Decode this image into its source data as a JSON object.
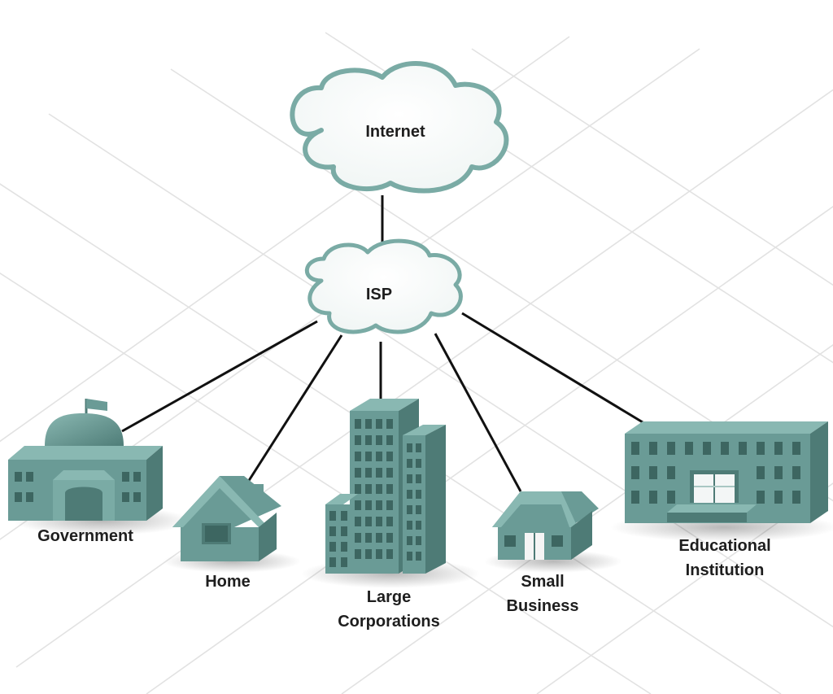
{
  "clouds": {
    "internet": {
      "label": "Internet"
    },
    "isp": {
      "label": "ISP"
    }
  },
  "nodes": [
    {
      "id": "government",
      "lines": [
        "Government"
      ]
    },
    {
      "id": "home",
      "lines": [
        "Home"
      ]
    },
    {
      "id": "large-corporations",
      "lines": [
        "Large",
        "Corporations"
      ]
    },
    {
      "id": "small-business",
      "lines": [
        "Small",
        "Business"
      ]
    },
    {
      "id": "educational-institution",
      "lines": [
        "Educational",
        "Institution"
      ]
    }
  ],
  "colors": {
    "building": "#6a9b96",
    "building_dark": "#4e7b76",
    "building_light": "#89b8b2",
    "window": "#3d6661",
    "cloud_stroke": "#7aaba5",
    "link": "#111111",
    "grid": "#e2e2e2"
  }
}
